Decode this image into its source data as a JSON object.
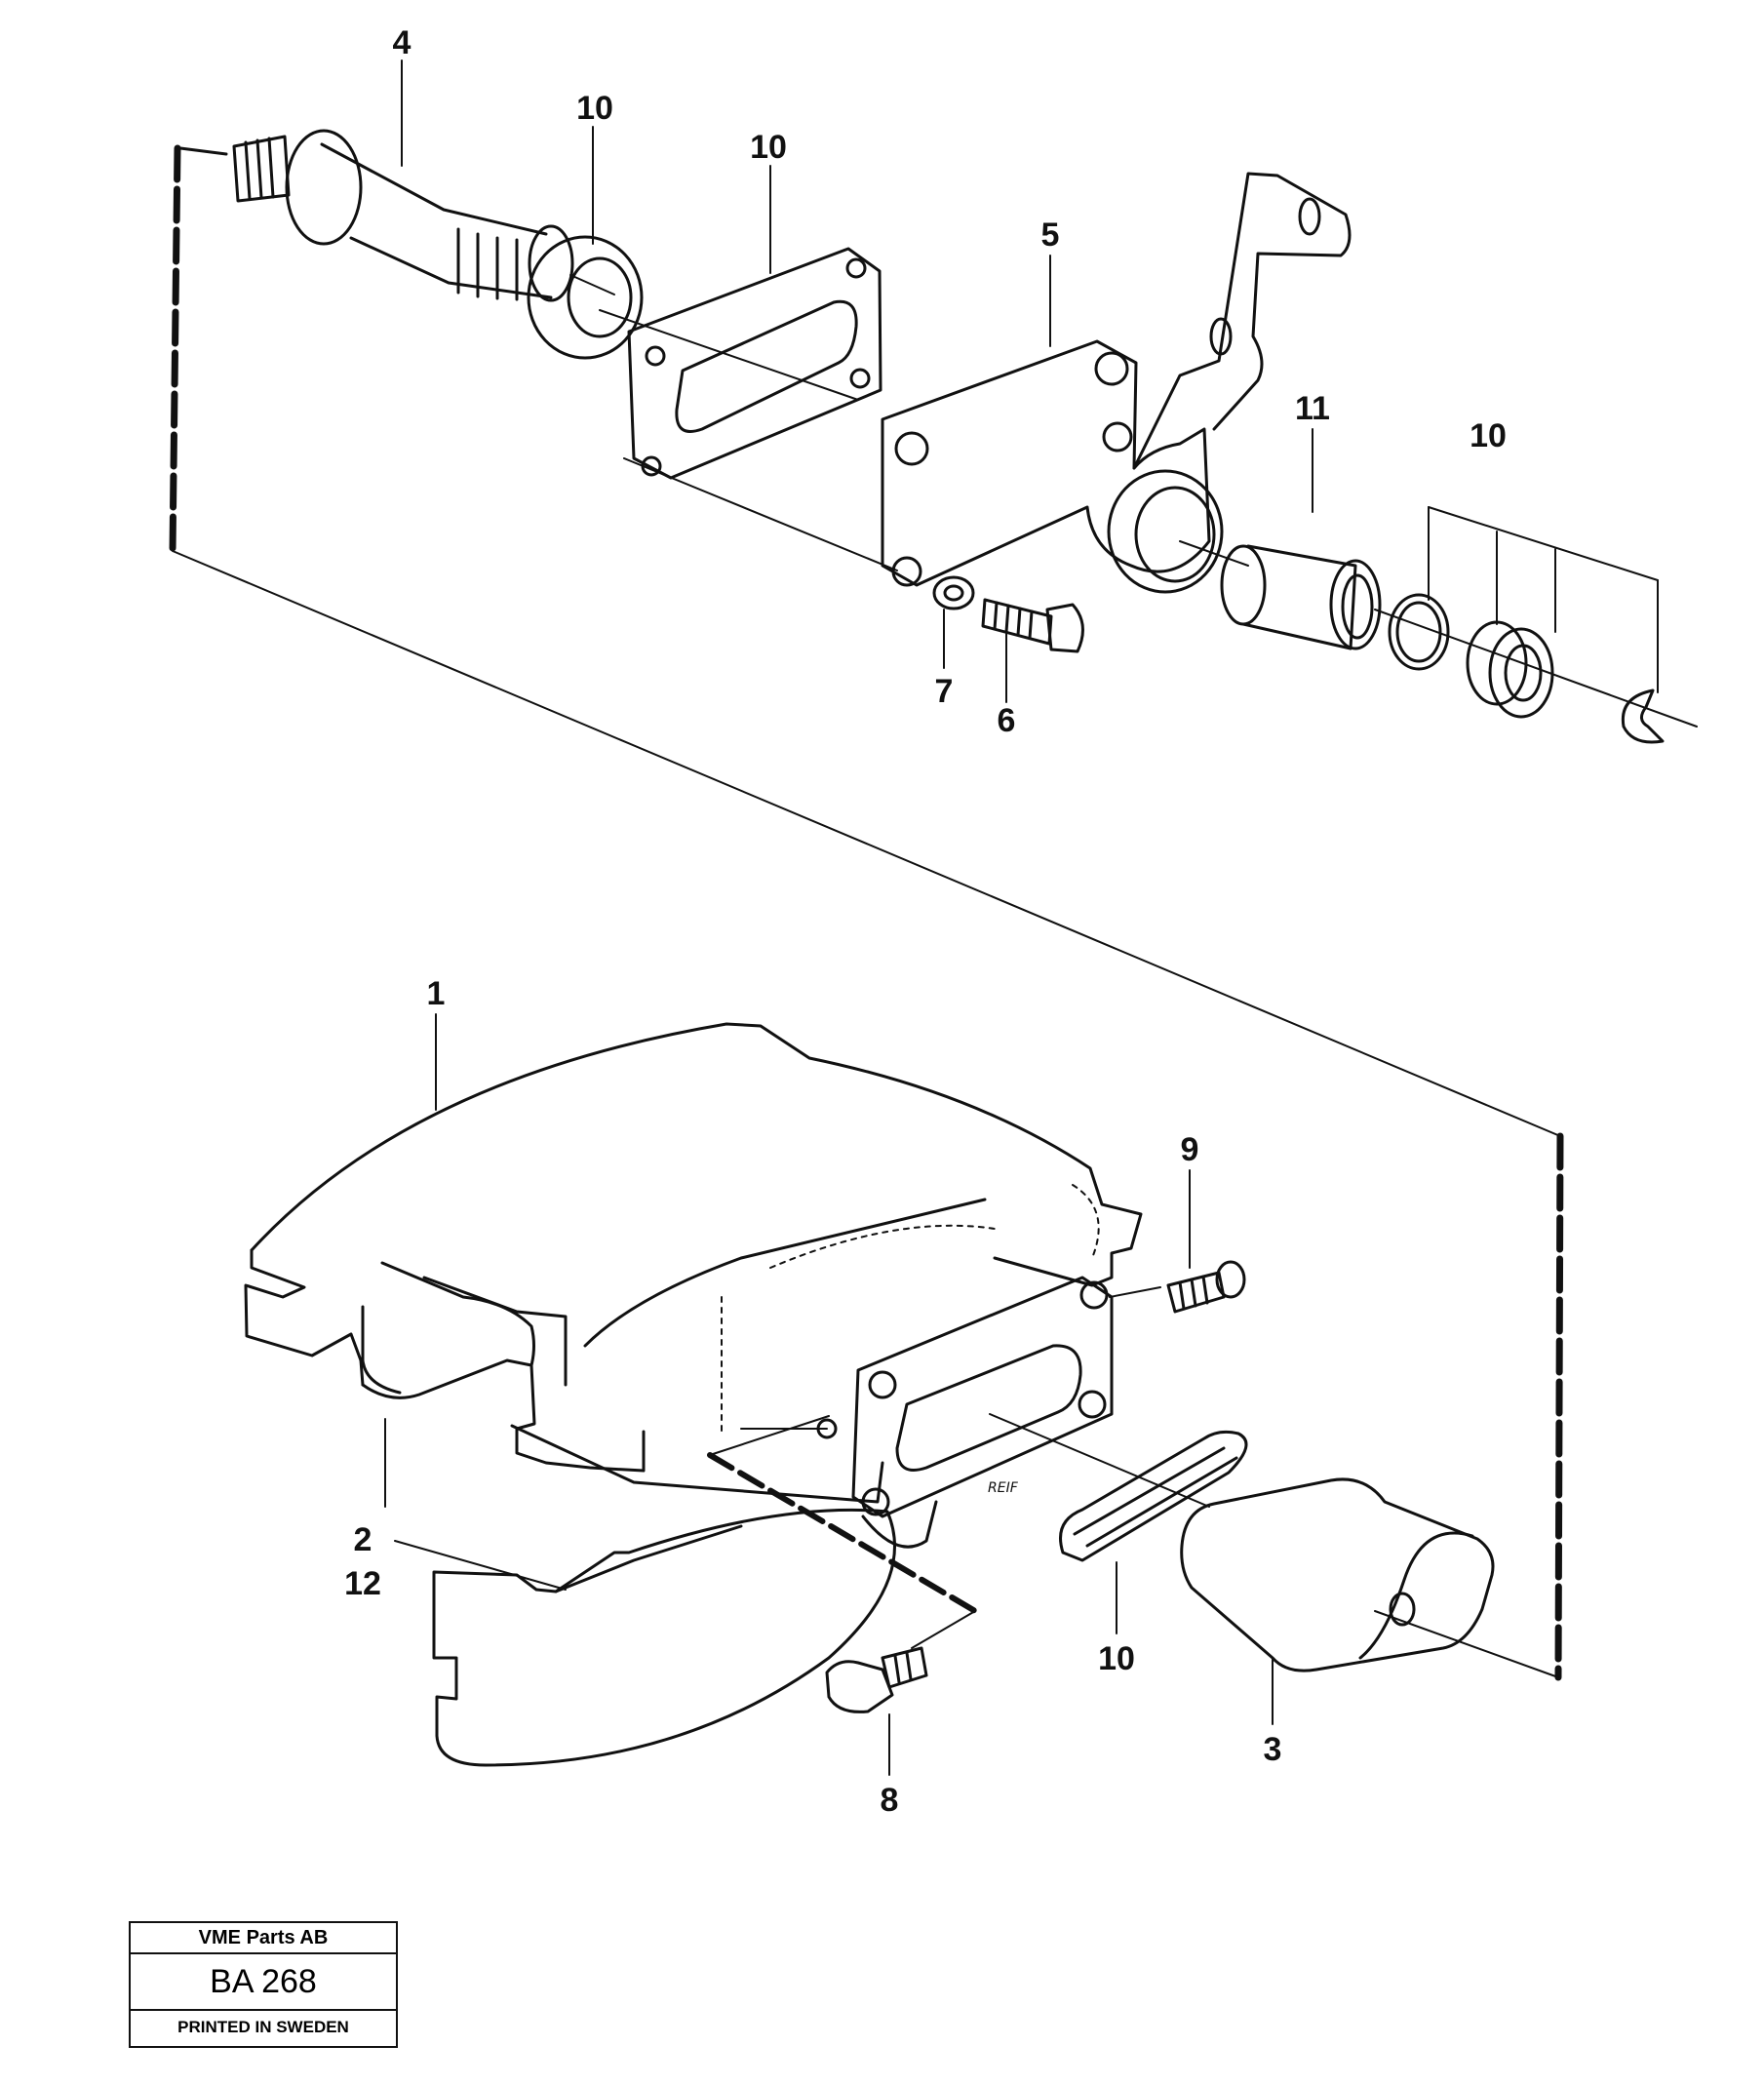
{
  "callouts": {
    "c1": "1",
    "c2": "2",
    "c12": "12",
    "c3": "3",
    "c4": "4",
    "c5": "5",
    "c6": "6",
    "c7": "7",
    "c8": "8",
    "c9": "9",
    "c10a": "10",
    "c10b": "10",
    "c10c": "10",
    "c10d": "10",
    "c11": "11"
  },
  "stamp_text": "REIF",
  "title_block": {
    "company": "VME Parts AB",
    "code": "BA 268",
    "printed": "PRINTED IN SWEDEN"
  }
}
